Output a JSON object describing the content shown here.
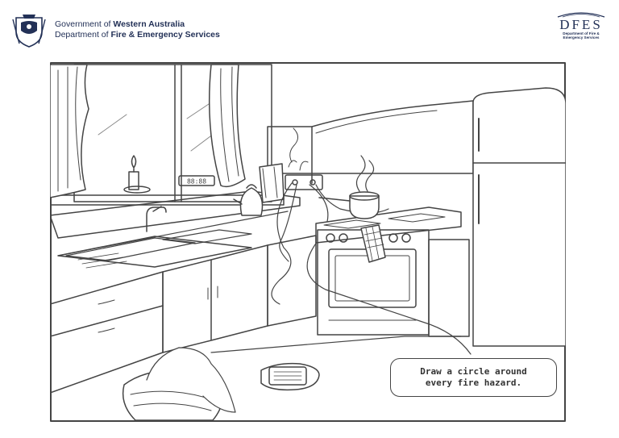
{
  "header": {
    "gov_prefix": "Government of ",
    "gov_state": "Western Australia",
    "dept_prefix": "Department of ",
    "dept_name": "Fire & Emergency Services",
    "logo_word": "DFES",
    "logo_sub_1": "Department of Fire &",
    "logo_sub_2": "Emergency Services"
  },
  "scene": {
    "clock_text": "88:88"
  },
  "instruction": {
    "line1": "Draw a circle around",
    "line2": "every fire hazard."
  },
  "colors": {
    "ink": "#444444",
    "brand": "#233157",
    "background": "#ffffff"
  }
}
